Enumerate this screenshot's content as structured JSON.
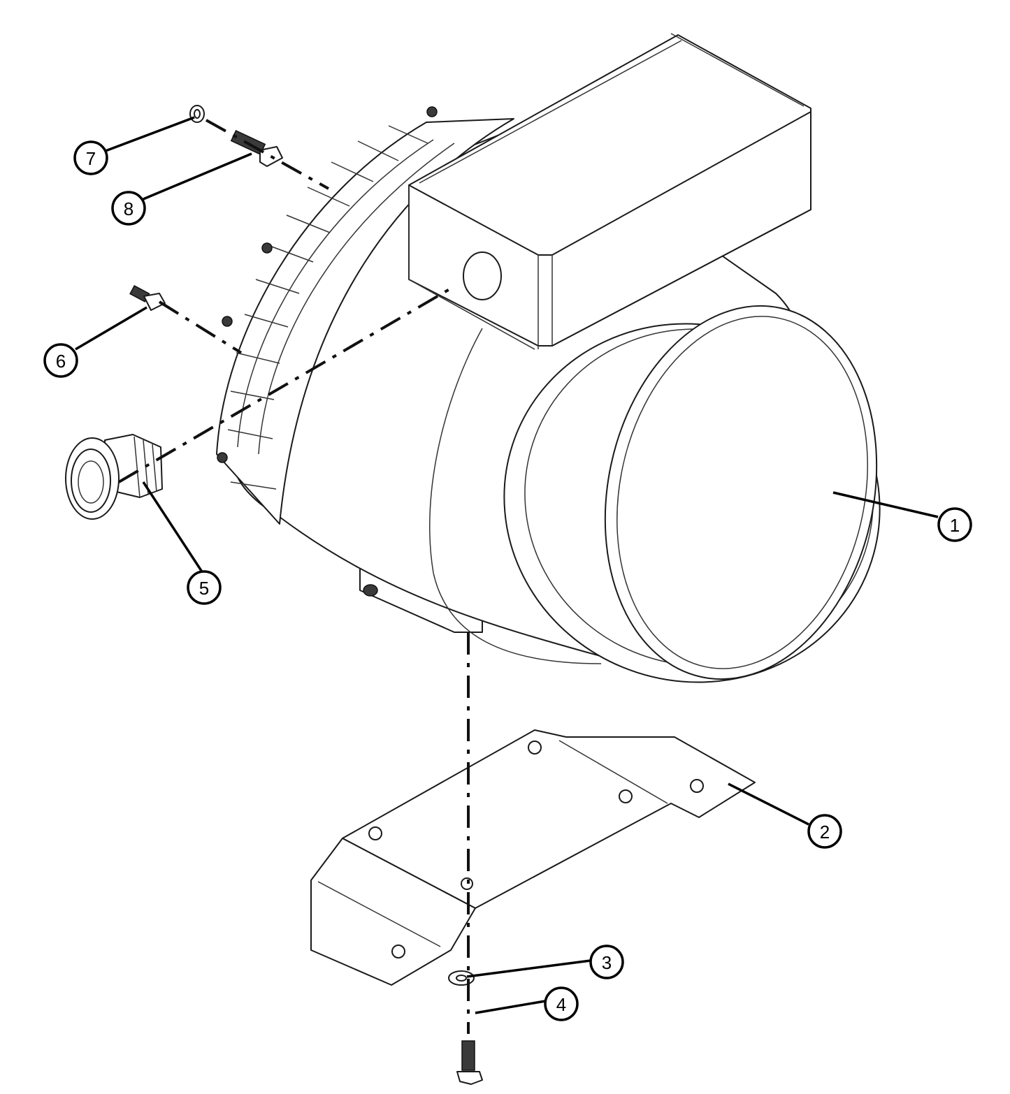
{
  "diagram": {
    "balloons": [
      {
        "id": "b1",
        "label": "1"
      },
      {
        "id": "b2",
        "label": "2"
      },
      {
        "id": "b3",
        "label": "3"
      },
      {
        "id": "b4",
        "label": "4"
      },
      {
        "id": "b5",
        "label": "5"
      },
      {
        "id": "b6",
        "label": "6"
      },
      {
        "id": "b7",
        "label": "7"
      },
      {
        "id": "b8",
        "label": "8"
      }
    ]
  },
  "colors": {
    "line": "#1a1a1a",
    "background": "#ffffff"
  }
}
